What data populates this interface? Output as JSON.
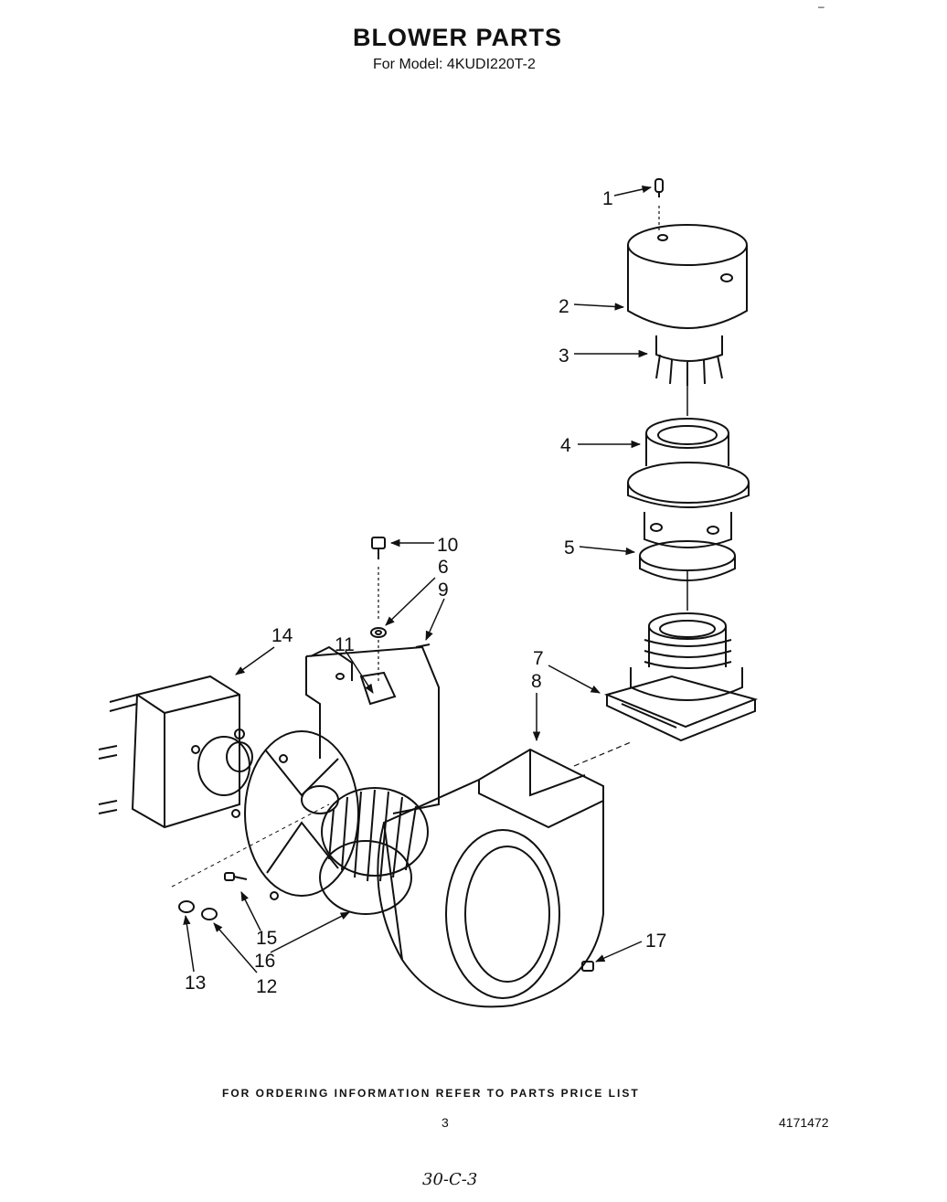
{
  "header": {
    "title": "BLOWER PARTS",
    "subtitle": "For Model: 4KUDI220T-2"
  },
  "callouts": [
    "1",
    "2",
    "3",
    "4",
    "5",
    "6",
    "7",
    "8",
    "9",
    "10",
    "11",
    "12",
    "13",
    "14",
    "15",
    "16",
    "17"
  ],
  "footer": {
    "notice": "FOR ORDERING INFORMATION REFER TO PARTS PRICE LIST",
    "page_number": "3",
    "doc_number": "4171472",
    "handwritten_note": "30-C-3"
  },
  "corner_mark": "–"
}
